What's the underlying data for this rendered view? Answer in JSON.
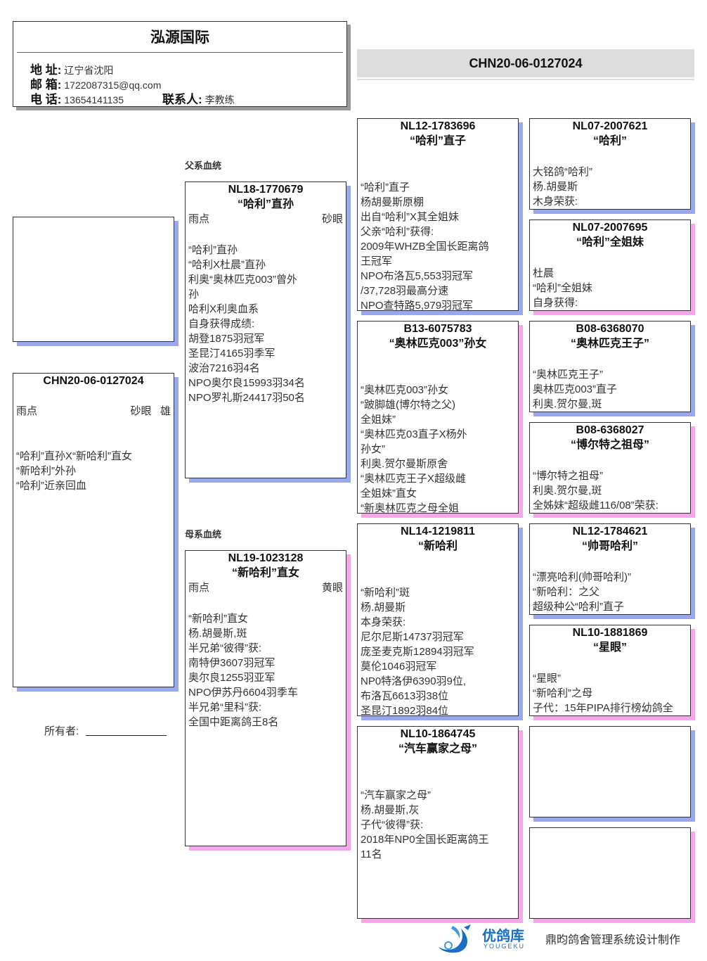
{
  "header": {
    "loft_name": "泓源国际",
    "address_label": "地 址:",
    "address": "辽宁省沈阳",
    "email_label": "邮 箱:",
    "email": "1722087315@qq.com",
    "phone_label": "电 话:",
    "phone": "13654141135",
    "contact_label": "联系人:",
    "contact": "李教练"
  },
  "banner_ring": "CHN20-06-0127024",
  "subject": {
    "ring": "CHN20-06-0127024",
    "color": "雨点",
    "eye": "砂眼",
    "sex": "雄",
    "lines": [
      "“哈利”直孙X“新哈利”直女",
      "“新哈利”外孙",
      "“哈利”近亲回血"
    ]
  },
  "owner_label": "所有者:",
  "sire_section_label": "父系血统",
  "dam_section_label": "母系血统",
  "sire": {
    "ring": "NL18-1770679",
    "name": "“哈利”直孙",
    "color": "雨点",
    "eye": "砂眼",
    "lines": [
      "“哈利”直孙",
      "“哈利X杜晨”直孙",
      "利奥“奥林匹克003”曾外",
      "孙",
      "哈利X利奥血系",
      "自身获得成绩:",
      "胡登1875羽冠军",
      "圣昆汀4165羽季军",
      "波治7216羽4名",
      "NPO奥尔良15993羽34名",
      "NPO罗礼斯24417羽50名"
    ]
  },
  "dam": {
    "ring": "NL19-1023128",
    "name": "“新哈利”直女",
    "color": "雨点",
    "eye": "黄眼",
    "lines": [
      "“新哈利”直女",
      "杨.胡曼斯,斑",
      "半兄弟“彼得”获:",
      "南特伊3607羽冠军",
      "奥尔良1255羽亚军",
      "NPO伊苏丹6604羽季车",
      "半兄弟“里科”获:",
      "全国中距离鸽王8名"
    ]
  },
  "gen3": [
    {
      "ring": "NL12-1783696",
      "name": "“哈利”直子",
      "lines": [
        "“哈利”直子",
        "杨胡曼斯原棚",
        "出自“哈利”X其全姐妹",
        "父亲“哈利”获得:",
        "2009年WHZB全国长距离鸽",
        "王冠军",
        "NPO布洛瓦5,553羽冠军",
        "/37,728羽最高分速",
        "NPO查特路5,979羽冠军"
      ]
    },
    {
      "ring": "B13-6075783",
      "name": "“奥林匹克003”孙女",
      "lines": [
        "“奥林匹克003”孙女",
        "“跛脚雄(博尔特之父)",
        "全姐妹”",
        "“奥林匹克03直子X杨外",
        "孙女”",
        "利奥.贺尔曼斯原舍",
        "“奥林匹克王子X超级雌",
        "全姐妹”直女",
        "“新奥林匹克之母全姐"
      ]
    },
    {
      "ring": "NL14-1219811",
      "name": "“新哈利",
      "lines": [
        "“新哈利”斑",
        "杨.胡曼斯",
        "本身荣获:",
        "尼尔尼斯14737羽冠军",
        "庞圣麦克斯12894羽冠军",
        "莫伦1046羽冠军",
        "NP0特洛伊6390羽9位,",
        "布洛瓦6613羽38位",
        "圣昆汀1892羽84位"
      ]
    },
    {
      "ring": "NL10-1864745",
      "name": "“汽车赢家之母”",
      "lines": [
        "“汽车赢家之母”",
        "杨.胡曼斯,灰",
        "子代“彼得”获:",
        "2018年NP0全国长距离鸽王",
        "11名"
      ]
    }
  ],
  "gen4": [
    {
      "ring": "NL07-2007621",
      "name": "“哈利”",
      "lines": [
        "大铭鸽“哈利”",
        "杨.胡曼斯",
        "木身荣获:"
      ]
    },
    {
      "ring": "NL07-2007695",
      "name": "“哈利”全姐妹",
      "lines": [
        "杜晨",
        "“哈利”全姐妹",
        "自身获得:"
      ]
    },
    {
      "ring": "B08-6368070",
      "name": "“奥林匹克王子”",
      "lines": [
        "“奥林匹克王子”",
        "奥林匹克003”直子",
        "利奥.贺尔曼,斑"
      ]
    },
    {
      "ring": "B08-6368027",
      "name": "“博尔特之祖母”",
      "lines": [
        "“博尔特之祖母”",
        "利奥.贺尔曼,斑",
        "全姊妹“超级雌116/08”荣获:"
      ]
    },
    {
      "ring": "NL12-1784621",
      "name": "“帅哥哈利”",
      "lines": [
        "“漂亮哈利(帅哥哈利)”",
        "“新哈利：之父",
        "超级种公“哈利”直子"
      ]
    },
    {
      "ring": "NL10-1881869",
      "name": "“星眼”",
      "lines": [
        "“星眼”",
        "“新哈利”之母",
        "子代：15年PIPA排行榜幼鸽全"
      ]
    },
    {
      "ring": "",
      "name": "",
      "lines": []
    },
    {
      "ring": "",
      "name": "",
      "lines": []
    }
  ],
  "footer": {
    "logo_text": "优鸽库",
    "logo_subtext": "YOUGEKU",
    "credit": "鼎昀鸽舍管理系统设计制作"
  },
  "colors": {
    "male_shadow": "#9aa8f0",
    "female_shadow": "#f4a8e8",
    "banner_bg": "#dcdcdc",
    "logo_blue": "#1a6fc4"
  }
}
